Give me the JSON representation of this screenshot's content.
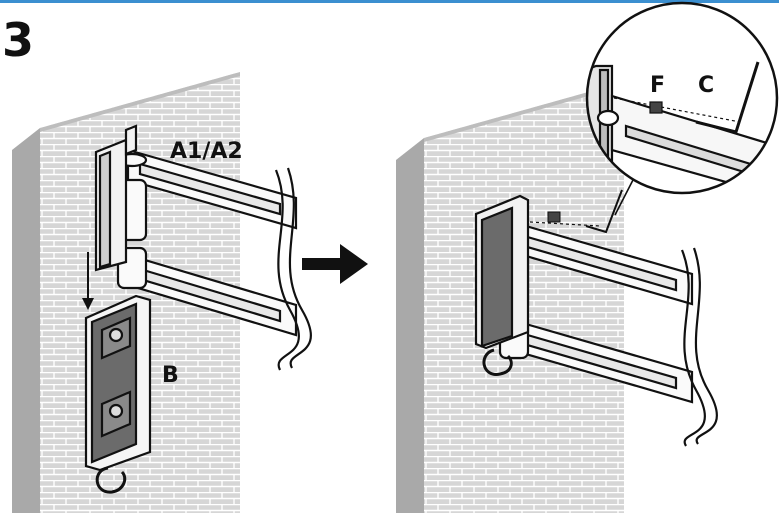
{
  "step_number": "3",
  "labels": {
    "bracket_parts": "A1/A2",
    "wall_plate": "B",
    "set_screw": "F",
    "hex_key": "C"
  },
  "colors": {
    "accent_bar": "#3b8fd0",
    "wall_light": "#d4d4d4",
    "wall_dark": "#a9a9a9",
    "ink": "#111111",
    "plate_dark": "#555555"
  },
  "icons": {
    "direction_arrow": "arrow-right-icon",
    "insert_arrow": "arrow-down-icon"
  }
}
